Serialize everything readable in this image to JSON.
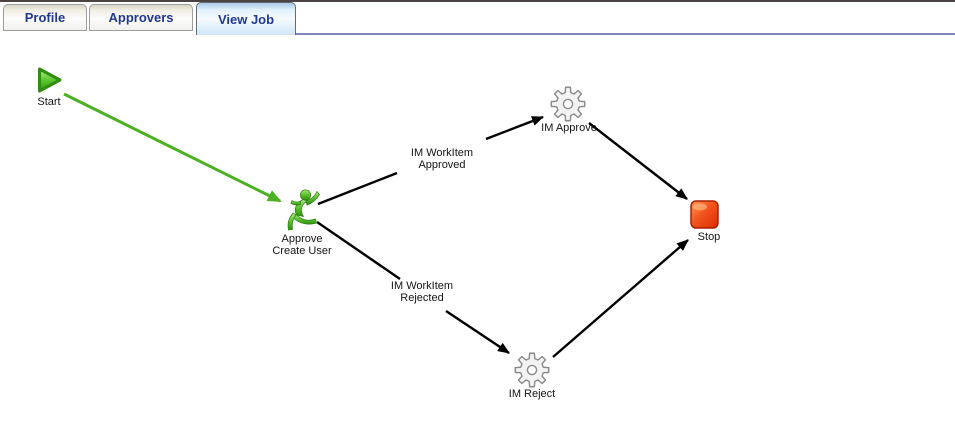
{
  "tabs": [
    {
      "label": "Profile",
      "active": false
    },
    {
      "label": "Approvers",
      "active": false
    },
    {
      "label": "View Job",
      "active": true
    }
  ],
  "diagram": {
    "nodes": {
      "start": {
        "label": "Start",
        "icon": "start-play-icon"
      },
      "approve_create_user": {
        "label_line1": "Approve",
        "label_line2": "Create User",
        "icon": "approver-person-icon"
      },
      "im_approve": {
        "label": "IM Approve",
        "icon": "gear-icon"
      },
      "stop": {
        "label": "Stop",
        "icon": "stop-square-icon"
      },
      "im_reject": {
        "label": "IM Reject",
        "icon": "gear-icon"
      }
    },
    "edges": [
      {
        "from": "Start",
        "to": "Approve Create User",
        "color": "#4cb122"
      },
      {
        "from": "Approve Create User",
        "to": "IM Approve",
        "label_line1": "IM WorkItem",
        "label_line2": "Approved",
        "color": "#000000"
      },
      {
        "from": "IM Approve",
        "to": "Stop",
        "color": "#000000"
      },
      {
        "from": "Approve Create User",
        "to": "IM Reject",
        "label_line1": "IM WorkItem",
        "label_line2": "Rejected",
        "color": "#000000"
      },
      {
        "from": "IM Reject",
        "to": "Stop",
        "color": "#000000"
      }
    ]
  },
  "colors": {
    "tab_text": "#22388c",
    "tab_active_underline": "#7d88c0",
    "start_green": "#46b41c",
    "edge_green": "#4cb122",
    "edge_black": "#000000",
    "gear_gray": "#8a8a8a",
    "stop_red": "#e23309"
  }
}
